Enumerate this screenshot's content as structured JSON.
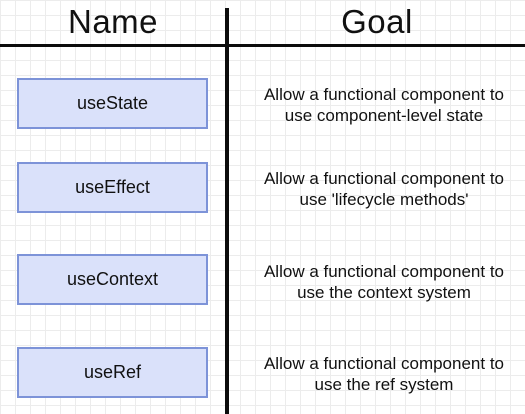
{
  "headers": {
    "name": "Name",
    "goal": "Goal"
  },
  "rows": [
    {
      "name": "useState",
      "goal_line1": "Allow a functional component to",
      "goal_line2": "use component-level state"
    },
    {
      "name": "useEffect",
      "goal_line1": "Allow a functional component to",
      "goal_line2": "use 'lifecycle methods'"
    },
    {
      "name": "useContext",
      "goal_line1": "Allow a functional component to",
      "goal_line2": "use the context system"
    },
    {
      "name": "useRef",
      "goal_line1": "Allow a functional component to",
      "goal_line2": "use the ref system"
    }
  ],
  "colors": {
    "box_fill": "#dae1fa",
    "box_border": "#7d93d8",
    "lines": "#0c0c0c",
    "grid": "#ececec"
  }
}
